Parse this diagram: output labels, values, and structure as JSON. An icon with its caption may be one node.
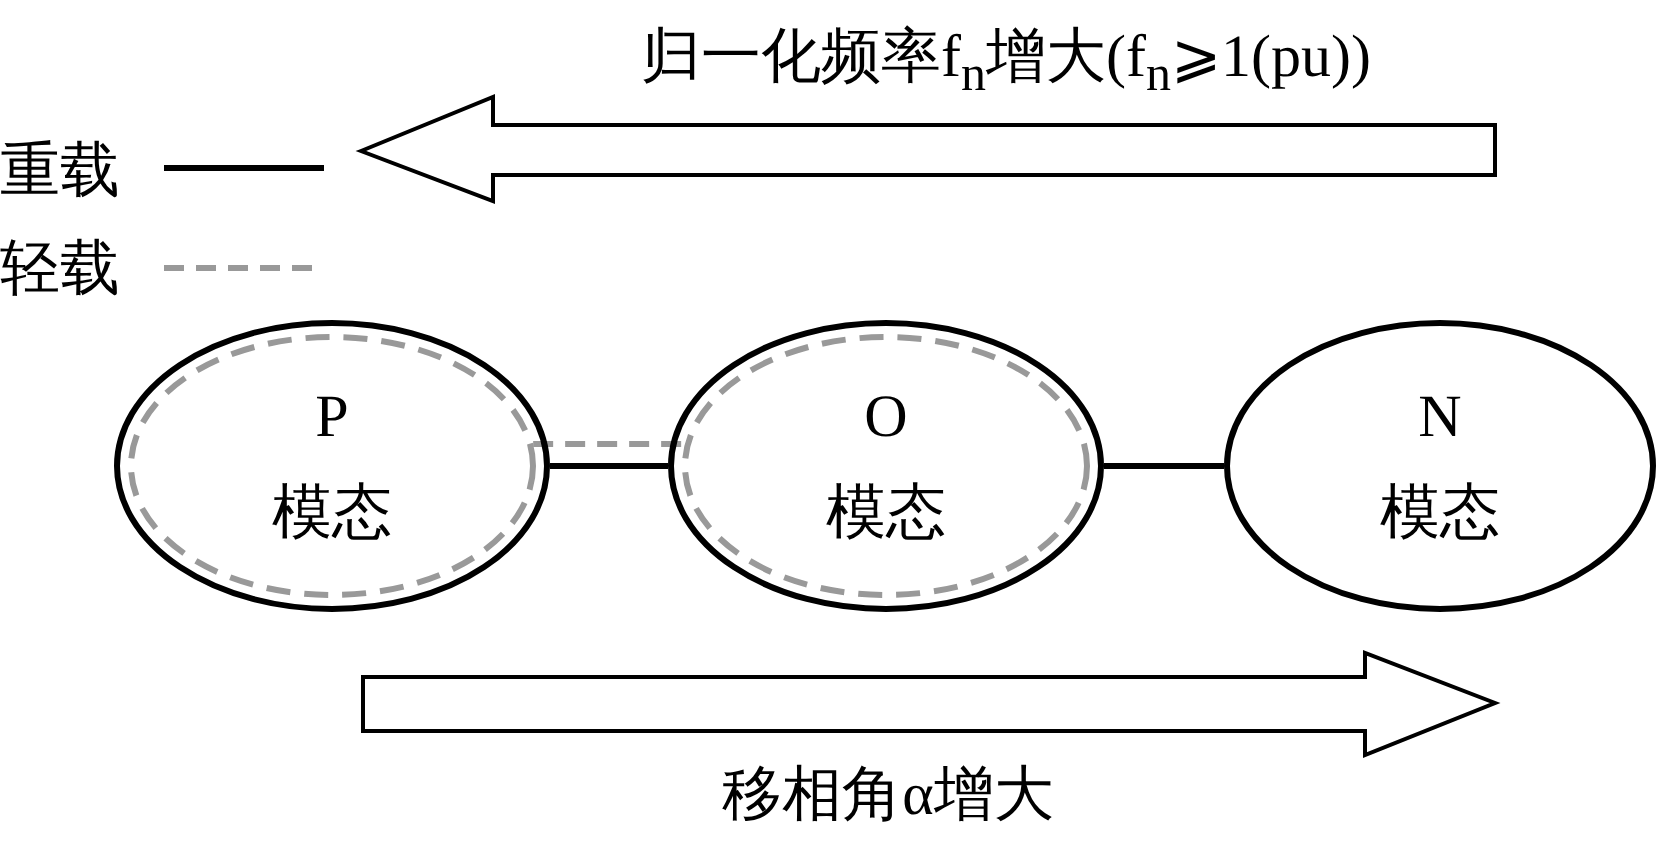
{
  "diagram": {
    "nodes": [
      {
        "text": [],
        "shape": "ellipse"
      },
      {
        "text": [
          "P",
          "模态"
        ],
        "in": 0
      },
      {
        "text": [],
        "shape": "ellipse"
      },
      {
        "text": [
          "O",
          "模态"
        ],
        "in": 2
      },
      {
        "text": [
          "N",
          "模态"
        ]
      }
    ],
    "edges": [
      {
        "from": 0,
        "to": 2,
        "arrow": "none"
      },
      {
        "from": 1,
        "to": 3,
        "arrow": "none",
        "style": "dashed",
        "color": "#999999"
      },
      {
        "from": 2,
        "to": 4,
        "arrow": "none"
      }
    ],
    "labels": [
      "归一化频率f$_{n}$增大(f$_{n}$⩾1(pu))",
      "移相角α增大"
    ],
    "legend": [
      {
        "text": "重载"
      },
      {
        "text": "轻载"
      }
    ]
  }
}
